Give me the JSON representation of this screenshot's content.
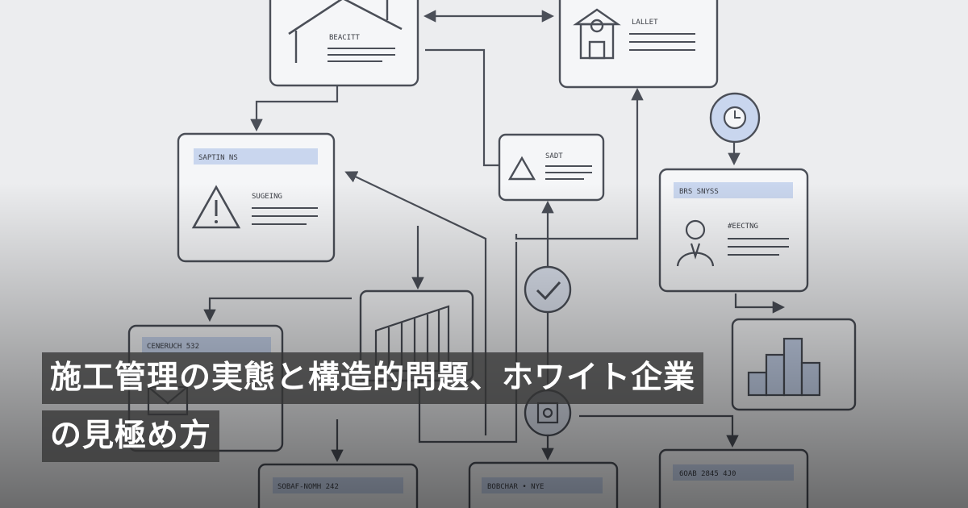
{
  "hero": {
    "title_line1": "施工管理の実態と構造的問題、ホワイト企業",
    "title_line2": "の見極め方"
  },
  "diagram": {
    "cards": {
      "house": "BEACITT",
      "tower": "LALLET",
      "warning": "SAPTIN NS",
      "warning_sub": "SUGEING",
      "triangle": "SADT",
      "person": "BRS SNYSS",
      "person_sub": "#EECTNG",
      "mail": "CENERUCH 532",
      "bottom_left": "SOBAF-NOMH 242",
      "bottom_mid": "BOBCHAR • NYE",
      "bottom_right": "6OAB 2845 4J0"
    }
  },
  "colors": {
    "card_fill": "#f5f6f8",
    "card_stroke": "#4b4f58",
    "label_bar": "#c9d6ee",
    "overlay": "#343434",
    "title_text": "#ffffff"
  }
}
